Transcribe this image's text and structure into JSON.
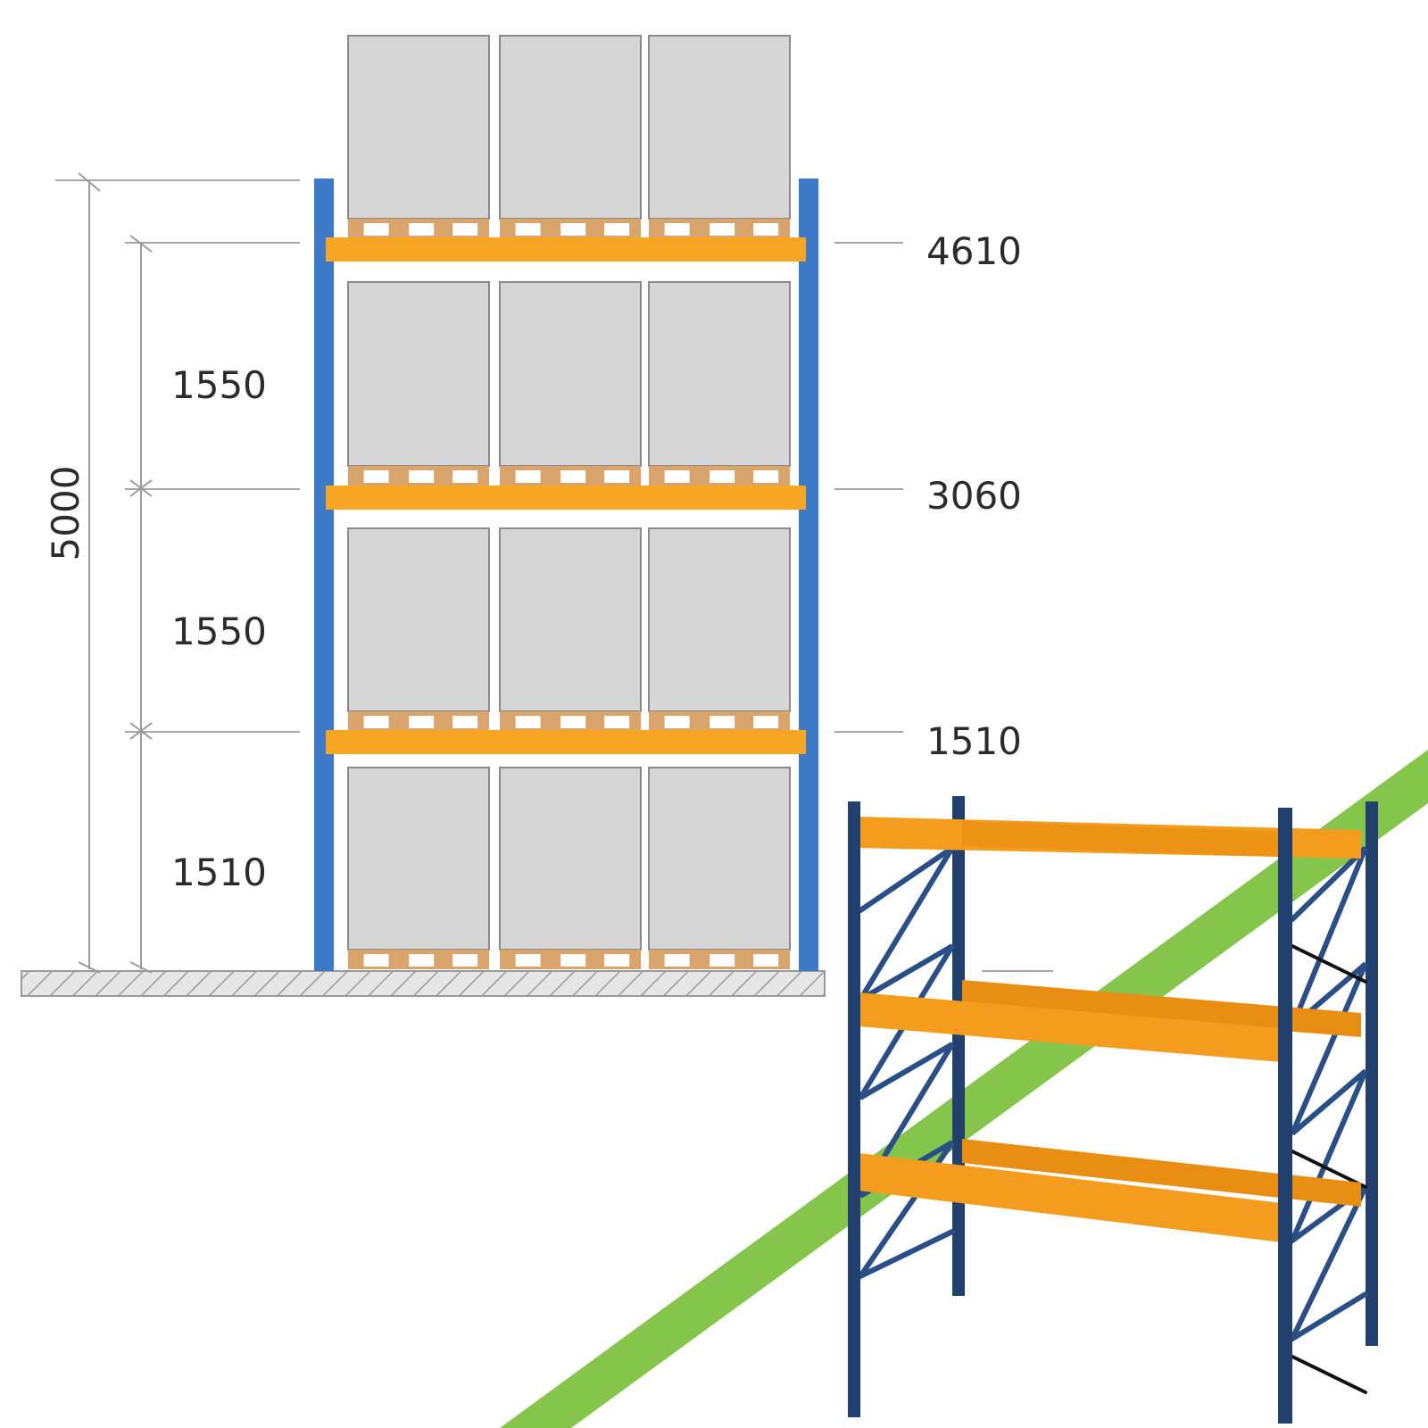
{
  "diagram": {
    "total_height_label": "5000",
    "spacing_labels": [
      "1550",
      "1550",
      "1510"
    ],
    "level_labels": [
      "4610",
      "3060",
      "1510"
    ],
    "colors": {
      "upright": "#3d79c6",
      "beam": "#f7a623",
      "load": "#d6d6d6",
      "pallet": "#d9a46b",
      "frame_3d": "#22406e",
      "beam_3d": "#f39c1d",
      "accent_stripe": "#7fc241"
    },
    "pallets_per_level": 3,
    "levels": 4
  }
}
